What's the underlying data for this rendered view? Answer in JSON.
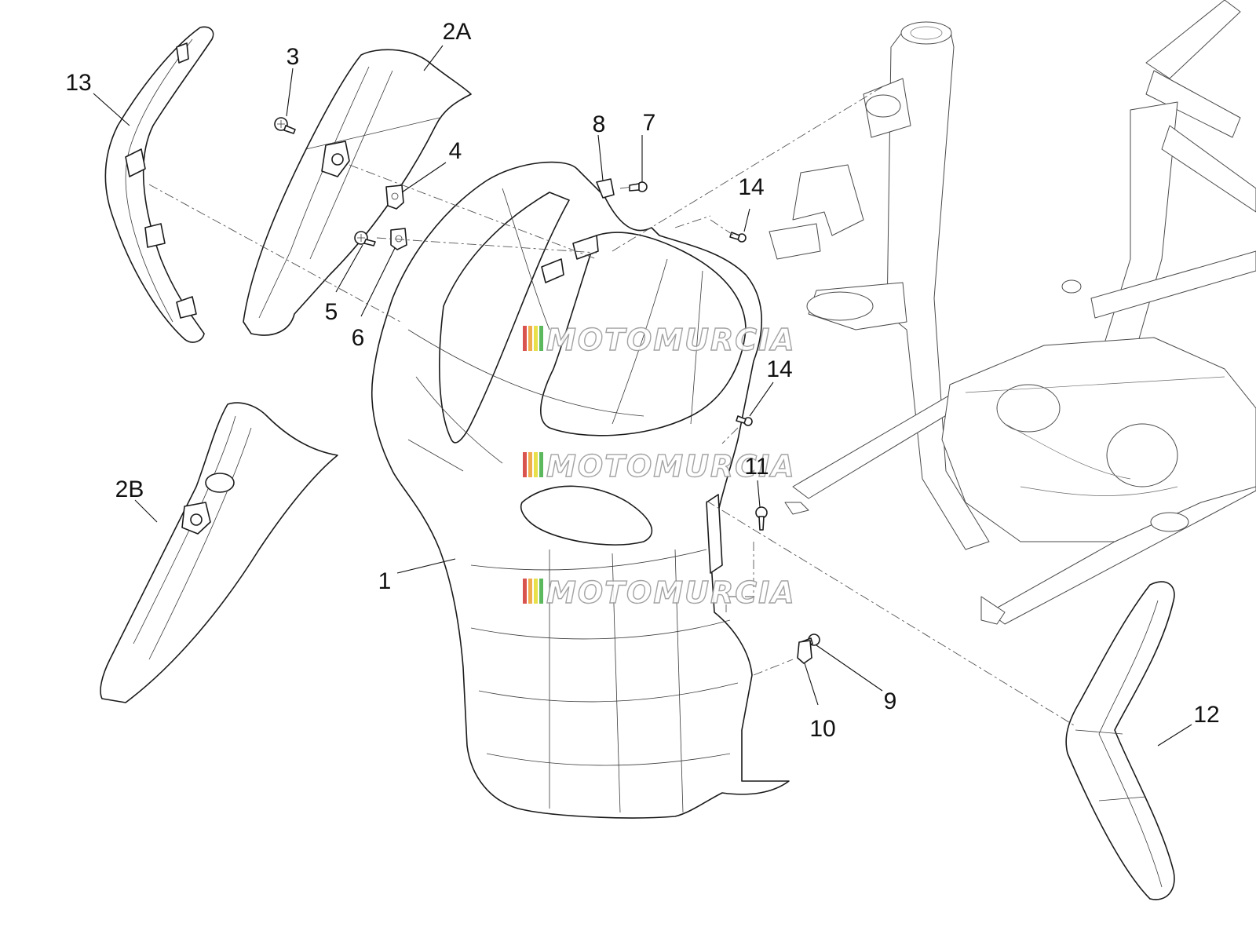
{
  "callouts": {
    "c1": "1",
    "c2a": "2A",
    "c2b": "2B",
    "c3": "3",
    "c4": "4",
    "c5": "5",
    "c6": "6",
    "c7": "7",
    "c8": "8",
    "c9": "9",
    "c10": "10",
    "c11": "11",
    "c12": "12",
    "c13": "13",
    "c14a": "14",
    "c14b": "14"
  },
  "watermark": {
    "text": "MOTOMURCIA",
    "stripe_colors": [
      "#d9534f",
      "#f0ad4e",
      "#e8e04a",
      "#5cb85c"
    ]
  },
  "colors": {
    "line": "#1a1a1a",
    "frame_line": "#4a4a4a",
    "background": "#ffffff"
  }
}
